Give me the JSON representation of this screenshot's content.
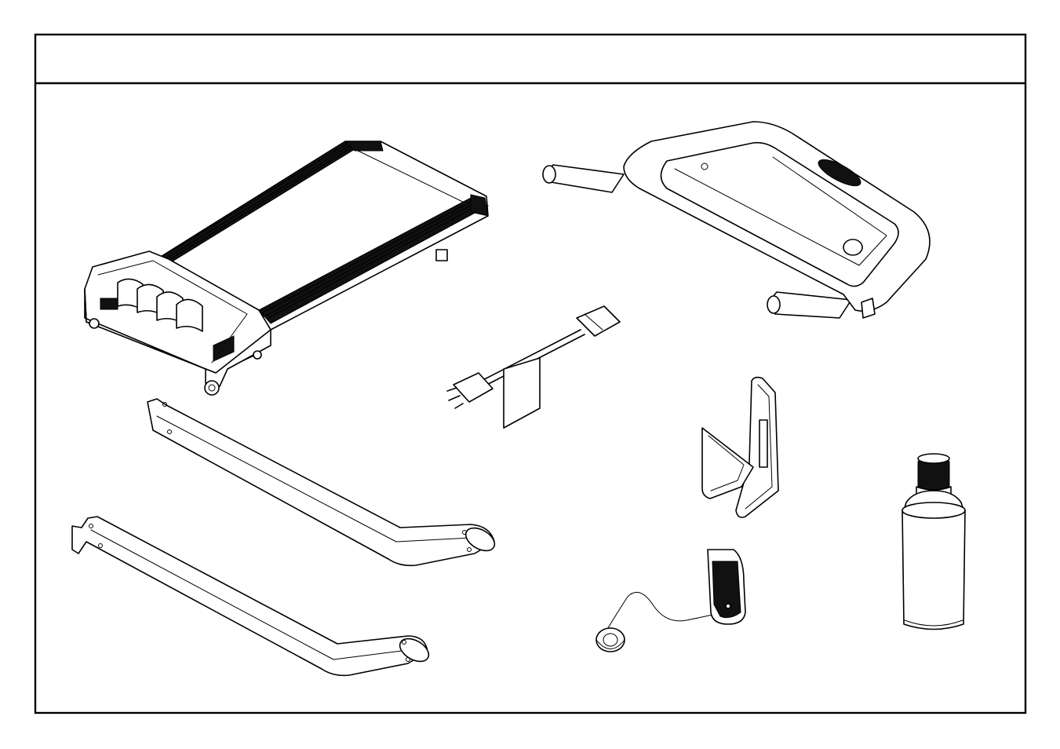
{
  "header": {
    "title": ""
  },
  "parts": [
    {
      "id": "treadmill-base",
      "icon": "treadmill-base-icon"
    },
    {
      "id": "upright-right",
      "icon": "upright-tube-icon"
    },
    {
      "id": "upright-left",
      "icon": "upright-tube-icon"
    },
    {
      "id": "power-cord",
      "icon": "power-cord-icon"
    },
    {
      "id": "handlebar-console-frame",
      "icon": "handlebar-frame-icon"
    },
    {
      "id": "bottle-holder",
      "icon": "bottle-holder-icon"
    },
    {
      "id": "safety-key",
      "icon": "safety-key-icon"
    },
    {
      "id": "lubricant-can",
      "icon": "spray-can-icon"
    }
  ]
}
